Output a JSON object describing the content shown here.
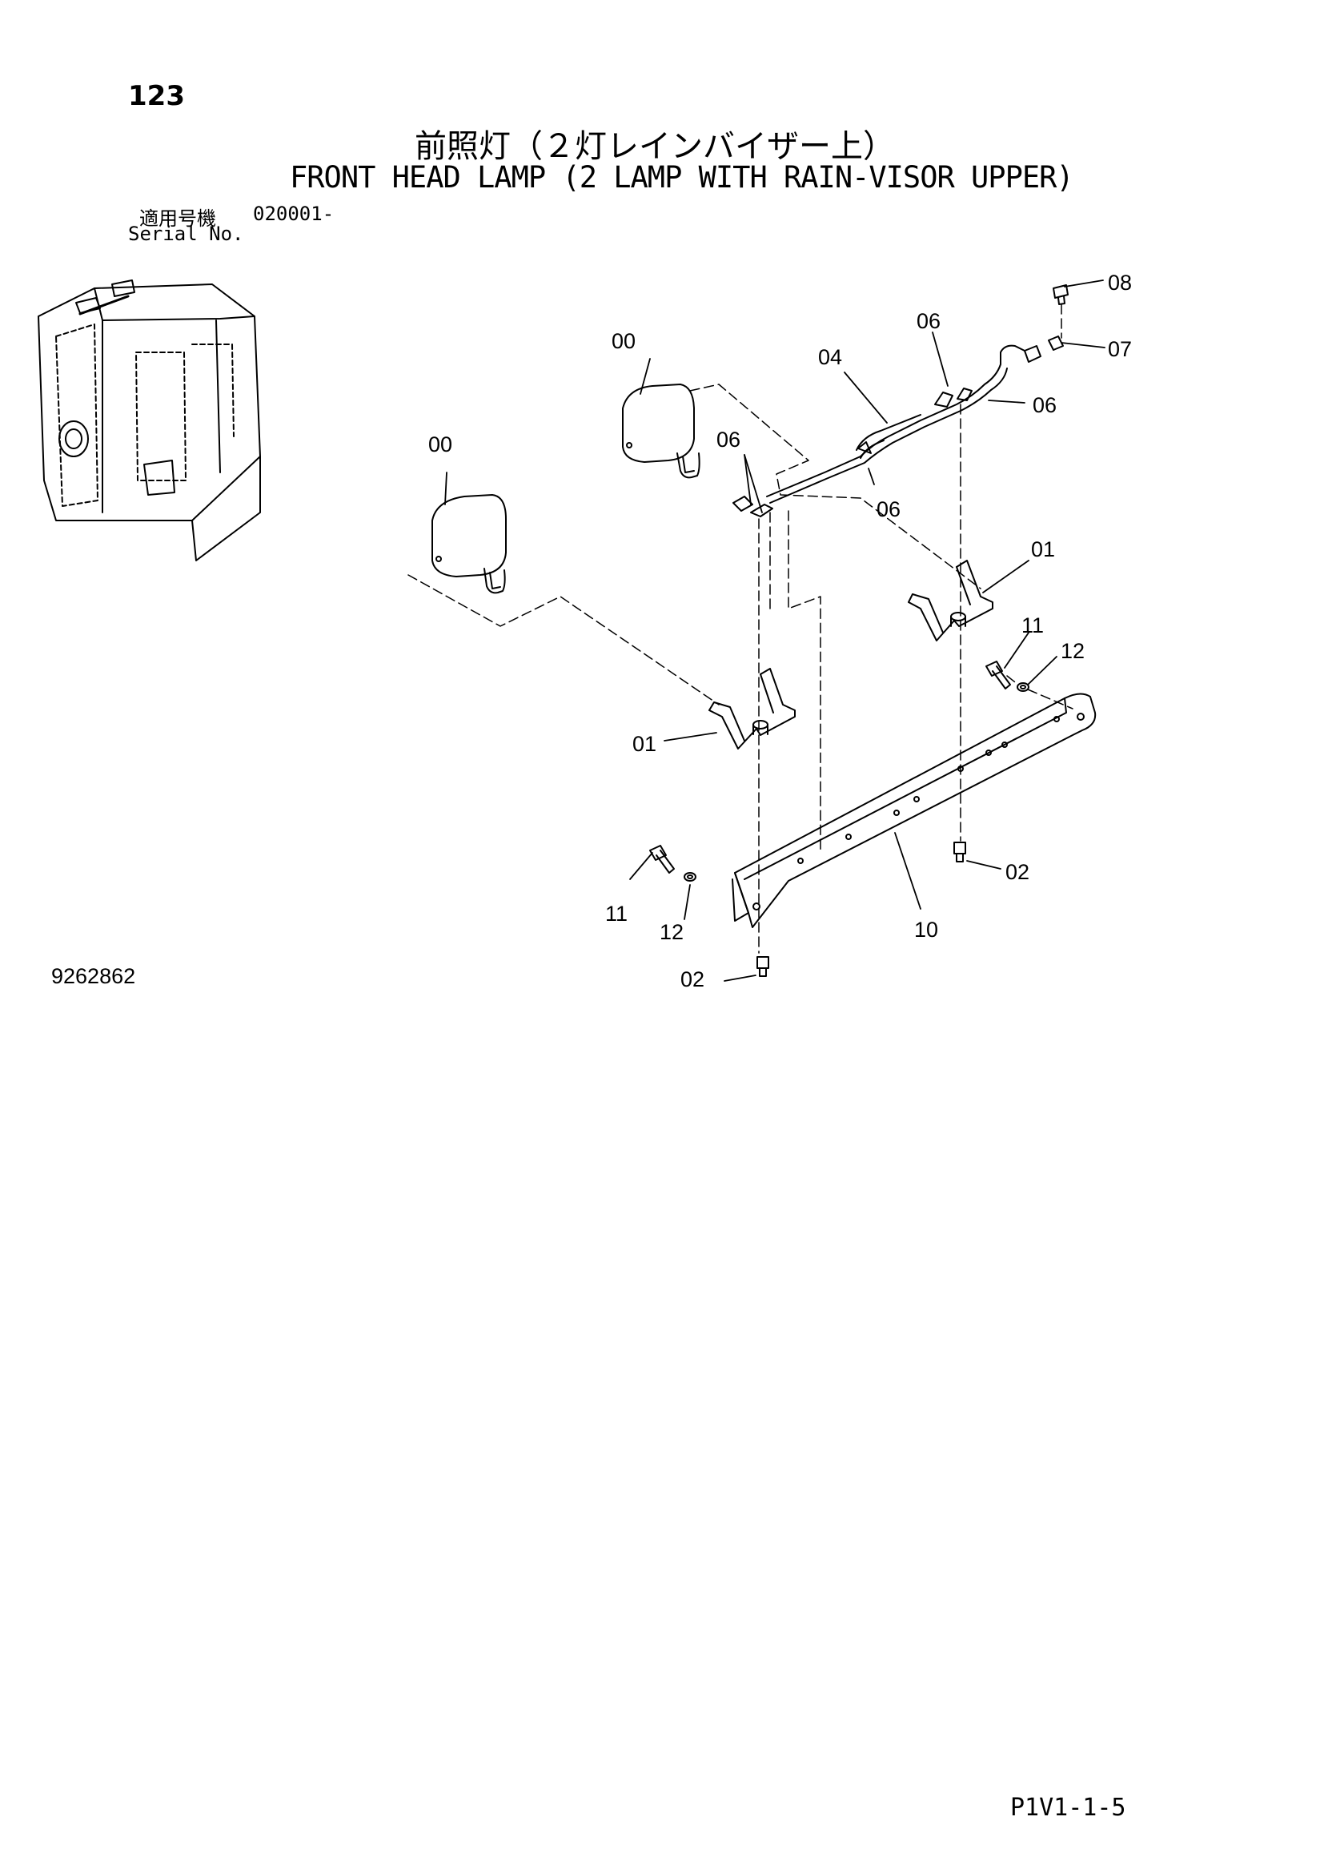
{
  "header": {
    "page_number": "123",
    "title_jp": "前照灯（２灯レインバイザー上）",
    "title_en": "FRONT HEAD LAMP (2 LAMP WITH RAIN-VISOR UPPER)",
    "serial_label_jp": "適用号機",
    "serial_value": "020001-",
    "serial_label_en": "Serial No."
  },
  "diagram": {
    "callouts": [
      "08",
      "07",
      "06",
      "06",
      "04",
      "00",
      "00",
      "06",
      "06",
      "01",
      "11",
      "12",
      "01",
      "11",
      "12",
      "02",
      "10",
      "02"
    ]
  },
  "footer": {
    "drawing_number": "9262862",
    "sheet_code": "P1V1-1-5"
  }
}
